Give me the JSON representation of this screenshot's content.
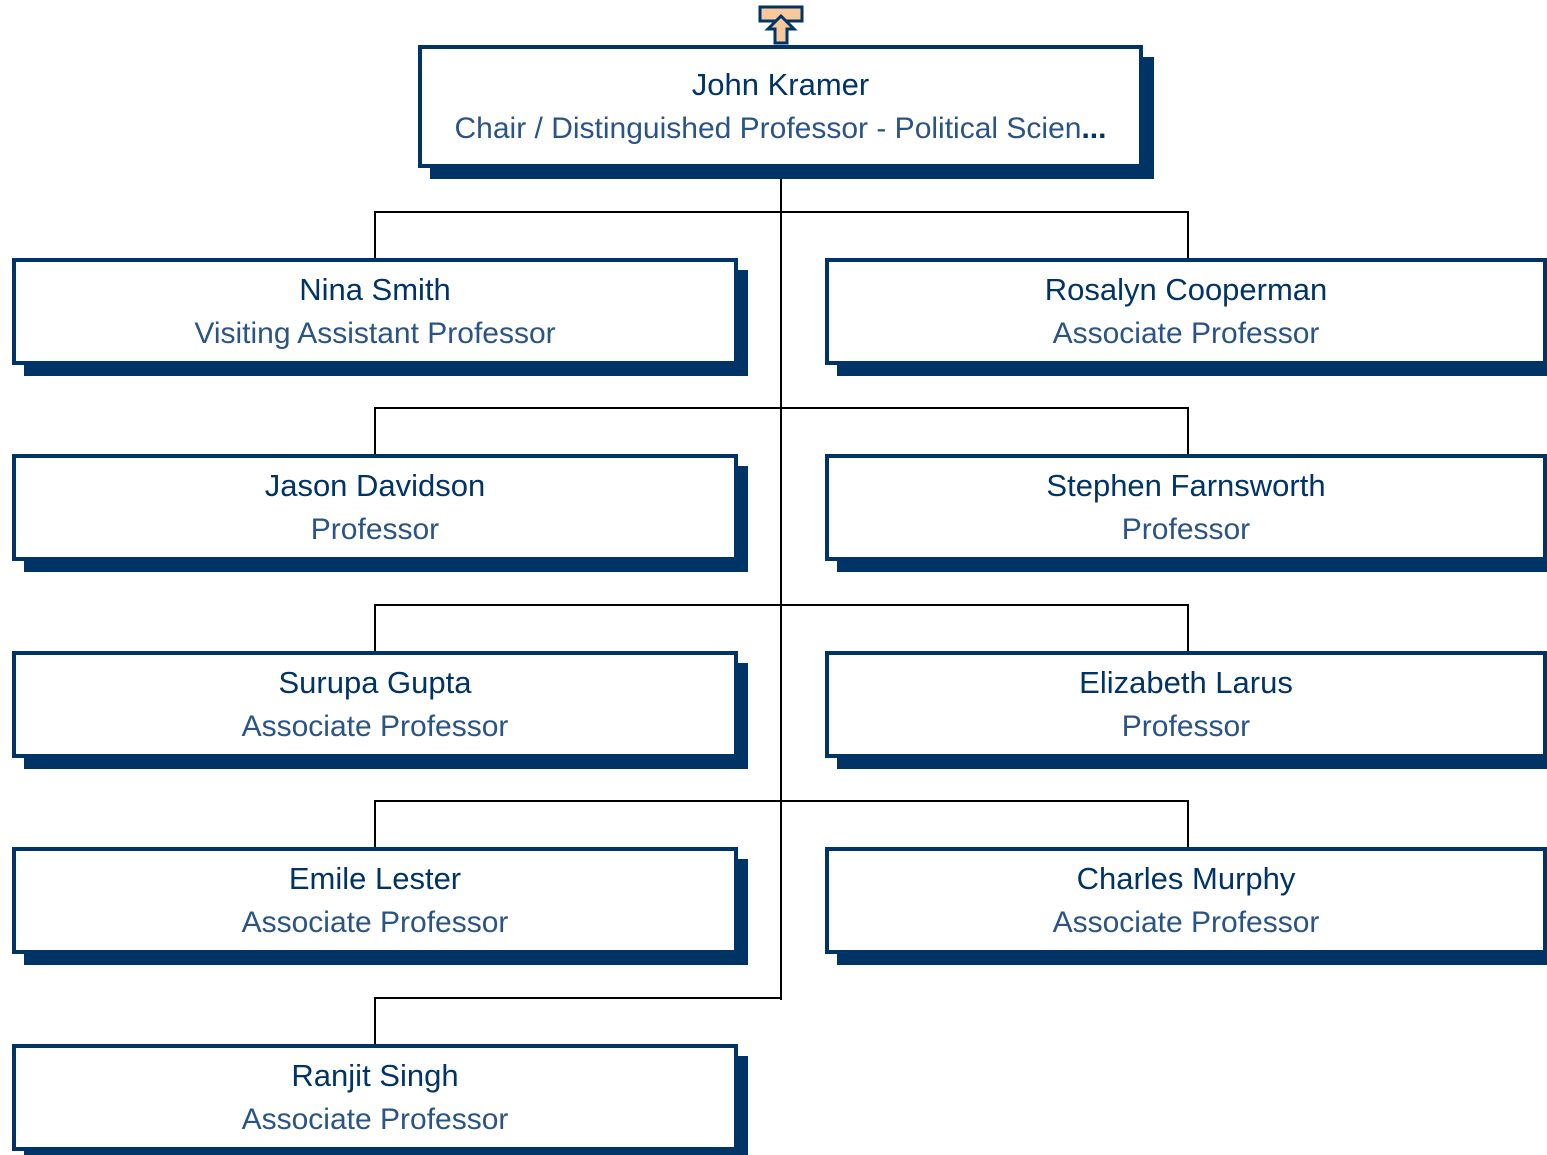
{
  "colors": {
    "node_border": "#003366",
    "node_shadow": "#003366",
    "name_text": "#003366",
    "title_text": "#2a5486",
    "connector": "#000000",
    "up_button_fill": "#f8c79a",
    "up_button_stroke": "#003366"
  },
  "up_button": {
    "icon": "up-arrow-icon"
  },
  "root": {
    "name": "John Kramer",
    "title": "Chair / Distinguished Professor - Political Scien",
    "title_truncation": "..."
  },
  "reports": [
    {
      "name": "Nina Smith",
      "title": "Visiting Assistant Professor"
    },
    {
      "name": "Rosalyn Cooperman",
      "title": "Associate Professor"
    },
    {
      "name": "Jason Davidson",
      "title": "Professor"
    },
    {
      "name": "Stephen Farnsworth",
      "title": "Professor"
    },
    {
      "name": "Surupa Gupta",
      "title": "Associate Professor"
    },
    {
      "name": "Elizabeth Larus",
      "title": "Professor"
    },
    {
      "name": "Emile Lester",
      "title": "Associate Professor"
    },
    {
      "name": "Charles Murphy",
      "title": "Associate Professor"
    },
    {
      "name": "Ranjit Singh",
      "title": "Associate Professor"
    }
  ]
}
